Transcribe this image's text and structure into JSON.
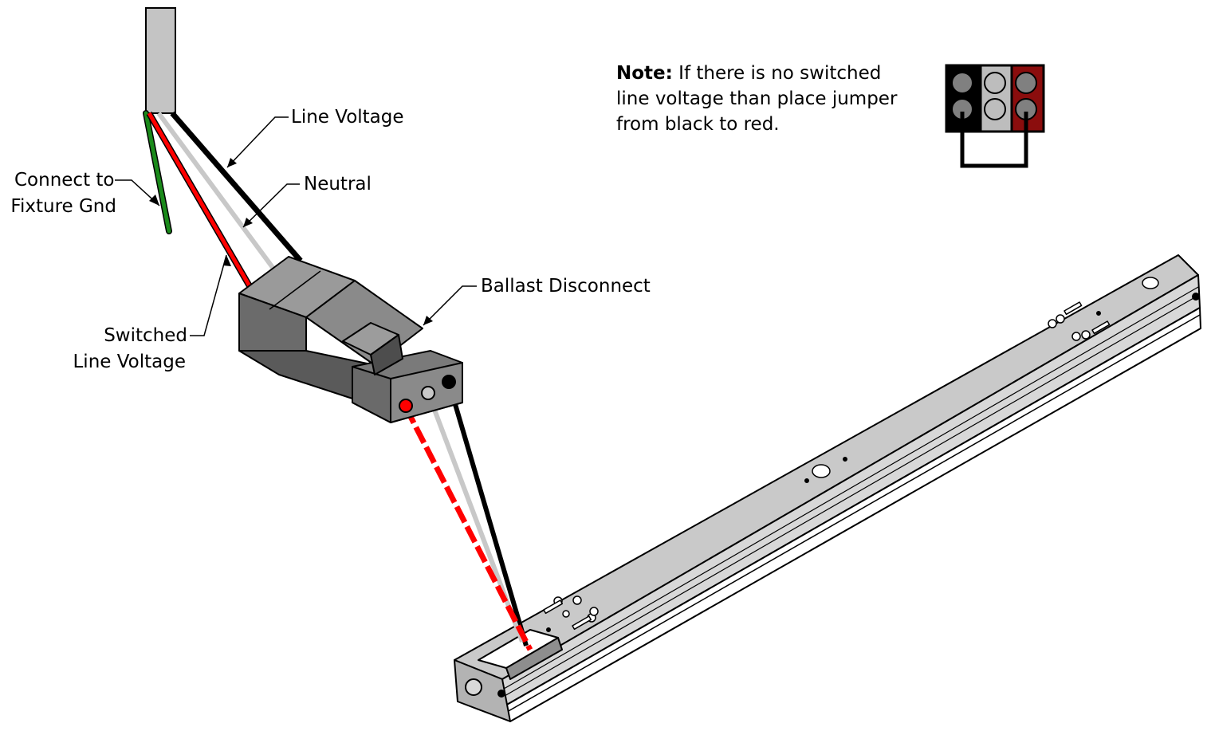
{
  "labels": {
    "line_voltage": "Line Voltage",
    "neutral": "Neutral",
    "ground_line1": "Connect to",
    "ground_line2": "Fixture Gnd",
    "switched_line1": "Switched",
    "switched_line2": "Line Voltage",
    "ballast_disconnect": "Ballast Disconnect"
  },
  "note": {
    "heading": "Note:",
    "line1": "If there is no switched",
    "line2": "line voltage than place jumper",
    "line3": "from black to red."
  },
  "colors": {
    "black_wire": "#000000",
    "neutral_wire": "#c8c8c8",
    "red_wire": "#ff0000",
    "ground_wire": "#1a8a1a",
    "cable_jacket": "#c4c4c4",
    "connector": "#7a7a7a",
    "fixture": "#c7c7c7",
    "jumper_red_cell": "#8b0d0d"
  }
}
